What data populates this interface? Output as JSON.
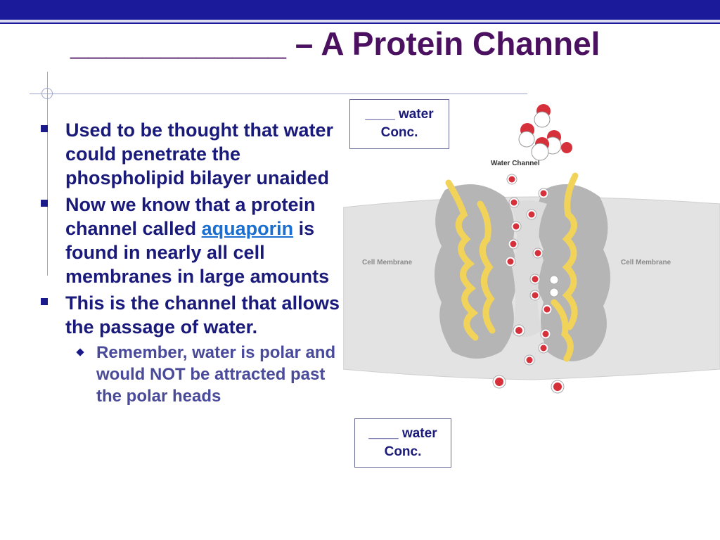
{
  "slide": {
    "title": "____________ – A Protein Channel",
    "bullets": [
      {
        "text": "Used to be thought that water could penetrate the phospholipid bilayer unaided"
      },
      {
        "pre": "Now we know that a protein channel called ",
        "link": "aquaporin",
        "post": " is found in nearly all cell membranes in large amounts"
      },
      {
        "text": "This is the channel that allows the passage of water."
      }
    ],
    "sub_bullets": [
      {
        "text": "Remember, water is polar and would NOT be attracted past the polar heads"
      }
    ],
    "top_box": {
      "line1": "____ water",
      "line2": "Conc."
    },
    "bottom_box": {
      "line1": "____ water",
      "line2": "Conc."
    }
  },
  "figure": {
    "label_channel": "Water Channel",
    "label_left": "Cell Membrane",
    "label_right": "Cell Membrane"
  },
  "colors": {
    "header_bar": "#1a1a9a",
    "title": "#4b1060",
    "bullet_text": "#1a1a7a",
    "sub_text": "#4a4a9a",
    "link": "#1a6fd0",
    "membrane": "#e3e3e3",
    "protein": "#b5b5b5",
    "helix": "#f2d35a",
    "oxygen": "#d6303a"
  }
}
